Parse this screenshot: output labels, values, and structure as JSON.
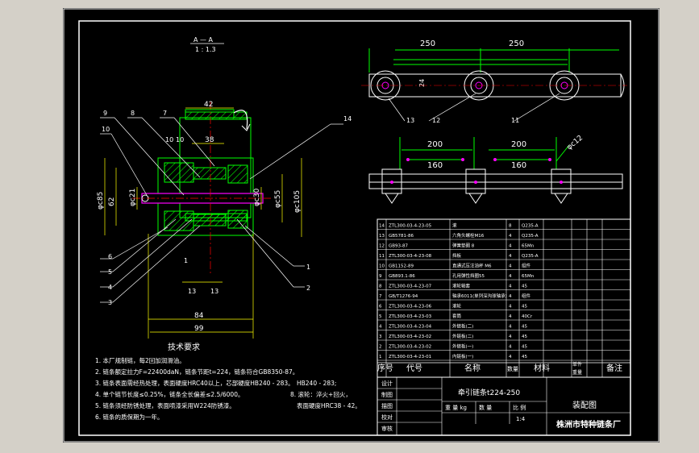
{
  "section_title": "A — A",
  "section_scale": "1 : 1.3",
  "tech_heading": "技术要求",
  "tech_notes": [
    "1. 本厂规制链，每2回加润滑油。",
    "2. 链条额定拉力F=22400daN，链条节距t=224，链条符合GB8350-87。",
    "3. 链条表面需经热处理，表面硬度HRC40以上，芯部硬度HB240 - 283。",
    "4. 单个链节长度≤0.25%，链条全长偏差≤2.5/6000。",
    "5. 链条须经防锈处理，表面喷漆采用W224防锈漆。",
    "6. 链条的质保期为一年。"
  ],
  "tech_notes_right": [
    "HB240 - 283;",
    "8. 滚轮：淬火+回火，",
    "表面硬度HRC38 - 42。"
  ],
  "top_dims": [
    "250",
    "250"
  ],
  "mid_dims": [
    "200",
    "200",
    "160",
    "160"
  ],
  "side_dims": [
    "φc12",
    "24"
  ],
  "section_dims": {
    "width42": "42",
    "width38": "38",
    "d10a": "10",
    "d10b": "10",
    "phi85": "φc85",
    "d62": "62",
    "phi21": "φc21",
    "phi30": "φc30",
    "phi55": "φc55",
    "phi105": "φc105",
    "d13a": "13",
    "d13b": "13",
    "d1": "1",
    "d84": "84",
    "d99": "99"
  },
  "section_callouts": [
    "9",
    "8",
    "7",
    "14",
    "10",
    "6",
    "5",
    "4",
    "3",
    "1",
    "2"
  ],
  "chain_callouts": [
    "13",
    "12",
    "11"
  ],
  "bom_rows": [
    {
      "no": "14",
      "code": "ZTL300-03-4-23-05",
      "name": "滚",
      "qty": "8",
      "mat": "Q235-A"
    },
    {
      "no": "13",
      "code": "GB5781-86",
      "name": "六角头螺栓M16",
      "qty": "4",
      "mat": "Q235-A"
    },
    {
      "no": "12",
      "code": "GB93-87",
      "name": "弹簧垫圈 8",
      "qty": "4",
      "mat": "65Mn"
    },
    {
      "no": "11",
      "code": "ZTL300-03-4-23-08",
      "name": "挡板",
      "qty": "4",
      "mat": "Q235-A"
    },
    {
      "no": "10",
      "code": "GB1152-89",
      "name": "直通式压注油杯 M6",
      "qty": "4",
      "mat": "组件"
    },
    {
      "no": "9",
      "code": "GB893.1-86",
      "name": "孔用弹性挡圈55",
      "qty": "4",
      "mat": "65Mn"
    },
    {
      "no": "8",
      "code": "ZTL300-03-4-23-07",
      "name": "滚轮轴套",
      "qty": "4",
      "mat": "45"
    },
    {
      "no": "7",
      "code": "GB/T1276-94",
      "name": "轴承6011(单列深沟球轴承)",
      "qty": "4",
      "mat": "组件"
    },
    {
      "no": "6",
      "code": "ZTL300-03-4-23-06",
      "name": "滚轮",
      "qty": "4",
      "mat": "45"
    },
    {
      "no": "5",
      "code": "ZTL300-03-4-23-03",
      "name": "套筒",
      "qty": "4",
      "mat": "40Cr"
    },
    {
      "no": "4",
      "code": "ZTL300-03-4-23-04",
      "name": "外链板(二)",
      "qty": "4",
      "mat": "45"
    },
    {
      "no": "3",
      "code": "ZTL300-03-4-23-02",
      "name": "外链板(二)",
      "qty": "4",
      "mat": "45"
    },
    {
      "no": "2",
      "code": "ZTL300-03-4-23-02",
      "name": "外链板(一)",
      "qty": "4",
      "mat": "45"
    },
    {
      "no": "1",
      "code": "ZTL300-03-4-23-01",
      "name": "内链板(一)",
      "qty": "4",
      "mat": "45"
    }
  ],
  "bom_header": {
    "no": "序号",
    "code": "代号",
    "name": "名称",
    "qty": "数量",
    "mat": "材料",
    "w1": "单件",
    "w2": "重量",
    "note": "备注"
  },
  "title_block": {
    "part_name": "牵引链条t224-250",
    "drawing_kind": "装配图",
    "company": "株洲市特种链条厂",
    "scale_label": "比 例",
    "scale_value": "1:4",
    "weight_label": "重 量 kg",
    "qty_label": "数 量",
    "labels": [
      "设计",
      "制图",
      "描图",
      "校对",
      "审核"
    ]
  }
}
